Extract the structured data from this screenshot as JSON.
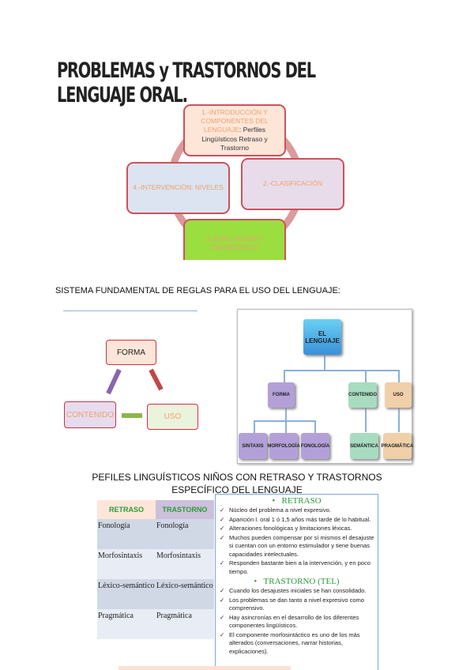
{
  "title": "PROBLEMAS y TRASTORNOS DEL LENGUAJE ORAL.",
  "cycle": {
    "step1_orange": "1.-INTRODUCCIÓN Y COMPONENTES DEL LENGUAJE",
    "step1_dark": ": Perfiles Lingüísticos Retraso y Trastorno",
    "step2": "2.-CLASIFICACIÓN",
    "step3": "3.-EVALUACIÓN Y DIAGNÓSTICO",
    "step4": "4.-INTERVENCIÓN: NIVELES"
  },
  "section_heading": "SISTEMA FUNDAMENTAL DE REGLAS PARA EL USO DEL LENGUAJE:",
  "triangle": {
    "forma": "FORMA",
    "contenido": "CONTENIDO",
    "uso": "USO"
  },
  "tree": {
    "root": "EL LENGUAJE",
    "forma": "FORMA",
    "contenido": "CONTENIDO",
    "uso": "USO",
    "sintaxis": "SINTAXIS",
    "morfologia": "MORFOLOGÍA",
    "fonologia": "FONOLOGÍA",
    "semantica": "SEMÁNTICA",
    "pragmatica": "PRAGMÁTICA"
  },
  "profiles_heading": [
    "PEFILES LINGUÍSTICOS NIÑOS CON RETRASO Y TRASTORNOS",
    "ESPECÍFICO DEL LENGUAJE"
  ],
  "table": {
    "headers": [
      "RETRASO",
      "TRASTORNO"
    ],
    "rows": [
      [
        "Fonología",
        "Fonología"
      ],
      [
        "Morfosintaxis",
        "Morfosintaxis"
      ],
      [
        "Léxico-semántico",
        "Léxico-semántico"
      ],
      [
        "Pragmática",
        "Pragmática"
      ]
    ]
  },
  "retraso": {
    "heading": "RETRASO",
    "items": [
      "Núcleo del problema a nivel expresivo.",
      "Aparición l. oral 1 ó 1,5 años más tarde de lo habitual.",
      "Alteraciones fonológicas y limitaciones léxicas.",
      "Muchos pueden compensar por sí mismos el desajuste si cuentan con un entorno estimulador y tiene buenas capacidades intelectuales.",
      "Responden bastante bien a la intervención, y en poco tiempo."
    ]
  },
  "trastorno": {
    "heading": "TRASTORNO (TEL)",
    "items": [
      "Cuando los desajustes iniciales se han consolidado.",
      "Los problemas se dan tanto a nivel expresivo como comprensivo.",
      "Hay asincronías en el desarrollo de los diferentes componentes lingüísticos.",
      "El componente morfosintáctico es uno de los más alterados (conversaciones, narrar historias, explicaciones)."
    ]
  },
  "colors": {
    "accent_green": "#2a9a3a",
    "box_border": "#d0505a"
  }
}
